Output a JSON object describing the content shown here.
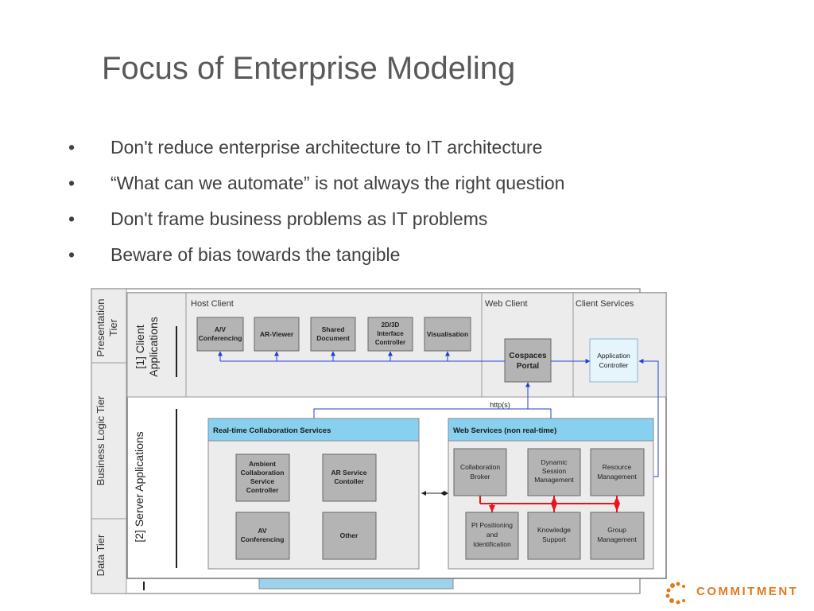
{
  "slide": {
    "title": "Focus of Enterprise Modeling",
    "bullets": [
      "Don't reduce enterprise architecture to IT architecture",
      "“What can we automate” is not always the right question",
      "Don't frame business problems as IT problems",
      "Beware of bias towards the tangible"
    ],
    "bullet_glyph": "•"
  },
  "diagram": {
    "tiers": {
      "presentation": [
        "Presentation",
        "Tier"
      ],
      "business": "Business Logic Tier",
      "data": "Data Tier"
    },
    "client_apps_label": [
      "[1] Client",
      "Applications"
    ],
    "server_apps_label": "[2] Server Applications",
    "host_client": {
      "label": "Host Client",
      "boxes": [
        [
          "A/V",
          "Conferencing"
        ],
        [
          "AR-Viewer"
        ],
        [
          "Shared",
          "Document"
        ],
        [
          "2D/3D",
          "Interface",
          "Controller"
        ],
        [
          "Visualisation"
        ]
      ]
    },
    "web_client": {
      "label": "Web Client",
      "portal": [
        "Cospaces",
        "Portal"
      ]
    },
    "client_services": {
      "label": "Client Services",
      "controller": [
        "Application",
        "Controller"
      ]
    },
    "protocol_label": "http(s)",
    "realtime": {
      "header": "Real-time Collaboration Services",
      "boxes": [
        [
          "Ambient",
          "Collaboration",
          "Service",
          "Controller"
        ],
        [
          "AR Service",
          "Contoller"
        ],
        [
          "AV",
          "Conferencing"
        ],
        [
          "Other"
        ]
      ]
    },
    "web_services": {
      "header": "Web Services (non real-time)",
      "boxes": [
        [
          "Collaboration",
          "Broker"
        ],
        [
          "Dynamic",
          "Session",
          "Management"
        ],
        [
          "Resource",
          "Management"
        ],
        [
          "PI Positioning",
          "and",
          "Identification"
        ],
        [
          "Knowledge",
          "Support"
        ],
        [
          "Group",
          "Management"
        ]
      ]
    },
    "colors": {
      "header_fill": "#87d0ef",
      "box_fill": "#b4b4b4",
      "panel_fill": "#ececec",
      "connector_blue": "#1f3fd6",
      "connector_red": "#e8141e"
    }
  },
  "branding": {
    "logo_text": "COMMITMENT",
    "logo_color": "#e07a1f"
  }
}
